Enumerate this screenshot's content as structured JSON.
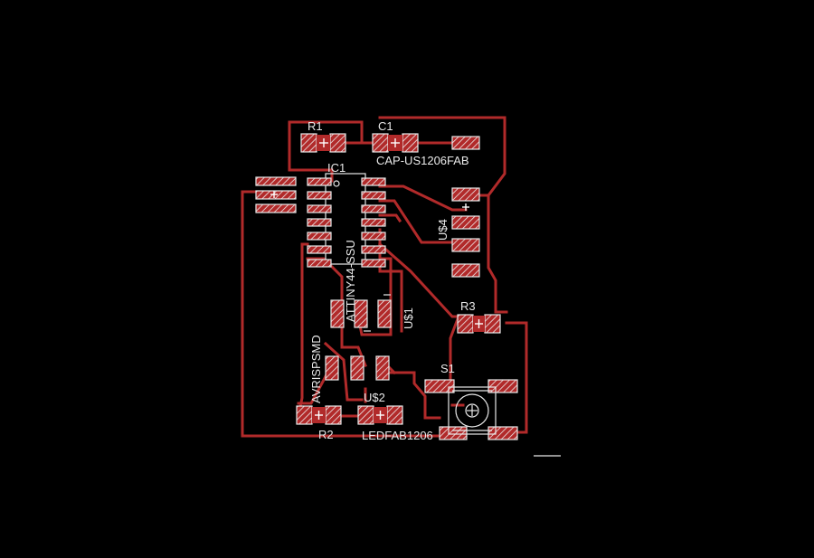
{
  "components": {
    "r1": "R1",
    "c1": "C1",
    "c1_value": "CAP-US1206FAB",
    "ic1": "IC1",
    "ic1_value": "ATTINY44-SSU",
    "u4": "U$4",
    "u1": "U$1",
    "r3": "R3",
    "s1": "S1",
    "avr": "AVRISPSMD",
    "u2": "U$2",
    "r2": "R2",
    "led": "LEDFAB1206"
  },
  "colors": {
    "background": "#000000",
    "trace": "#b12a2a",
    "silkscreen": "#e9e9e9"
  }
}
